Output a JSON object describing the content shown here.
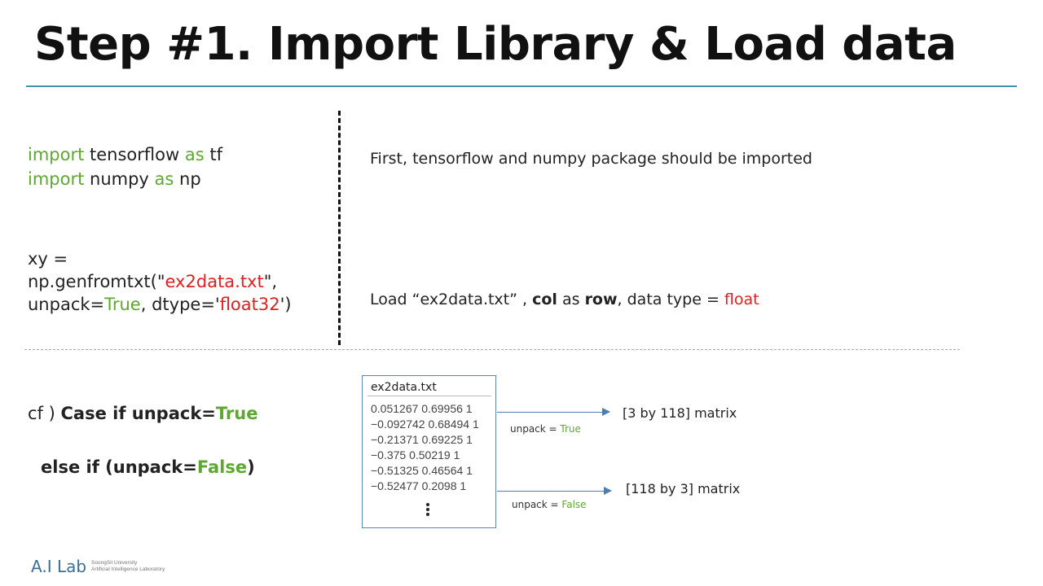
{
  "title": "Step #1. Import Library & Load data",
  "code": {
    "line1": {
      "kw1": "import",
      "mod": " tensorflow ",
      "kw2": "as",
      "alias": " tf"
    },
    "line2": {
      "kw1": "import",
      "mod": " numpy ",
      "kw2": "as",
      "alias": " np"
    },
    "line3": "xy =",
    "line4": {
      "pre": "np.genfromtxt(\"",
      "file": "ex2data.txt",
      "post": "\","
    },
    "line5": {
      "pre": "unpack=",
      "kw": "True",
      "mid": ", dtype='",
      "type": "float32",
      "post": "')"
    }
  },
  "descriptions": {
    "import_desc": "First, tensorflow and numpy package should be imported",
    "load_desc": {
      "p1": "Load “ex2data.txt” , ",
      "col": "col",
      "p2": " as ",
      "row": "row",
      "p3": ", data type = ",
      "float": "float"
    }
  },
  "cf": {
    "line1": {
      "pre": "cf ) ",
      "bold": "Case if unpack=",
      "kw": "True"
    },
    "line2": {
      "pre": "else if (unpack=",
      "kw": "False",
      "post": ")"
    }
  },
  "file_preview": {
    "name": "ex2data.txt",
    "lines": [
      "0.051267  0.69956  1",
      "−0.092742  0.68494  1",
      "−0.21371  0.69225  1",
      "−0.375  0.50219  1",
      "−0.51325  0.46564  1",
      "−0.52477  0.2098  1"
    ]
  },
  "arrows": {
    "true_label": {
      "pre": "unpack = ",
      "kw": "True"
    },
    "false_label": {
      "pre": "unpack = ",
      "kw": "False"
    },
    "true_result": "[3 by 118] matrix",
    "false_result": "[118 by 3] matrix"
  },
  "logo": {
    "main": "A.I Lab",
    "sub1": "SoongSil University",
    "sub2": "Artificial Intelligence Laboratory"
  },
  "colors": {
    "keyword": "#5ea832",
    "highlight": "#e02020",
    "rule": "#4a8fb0"
  }
}
